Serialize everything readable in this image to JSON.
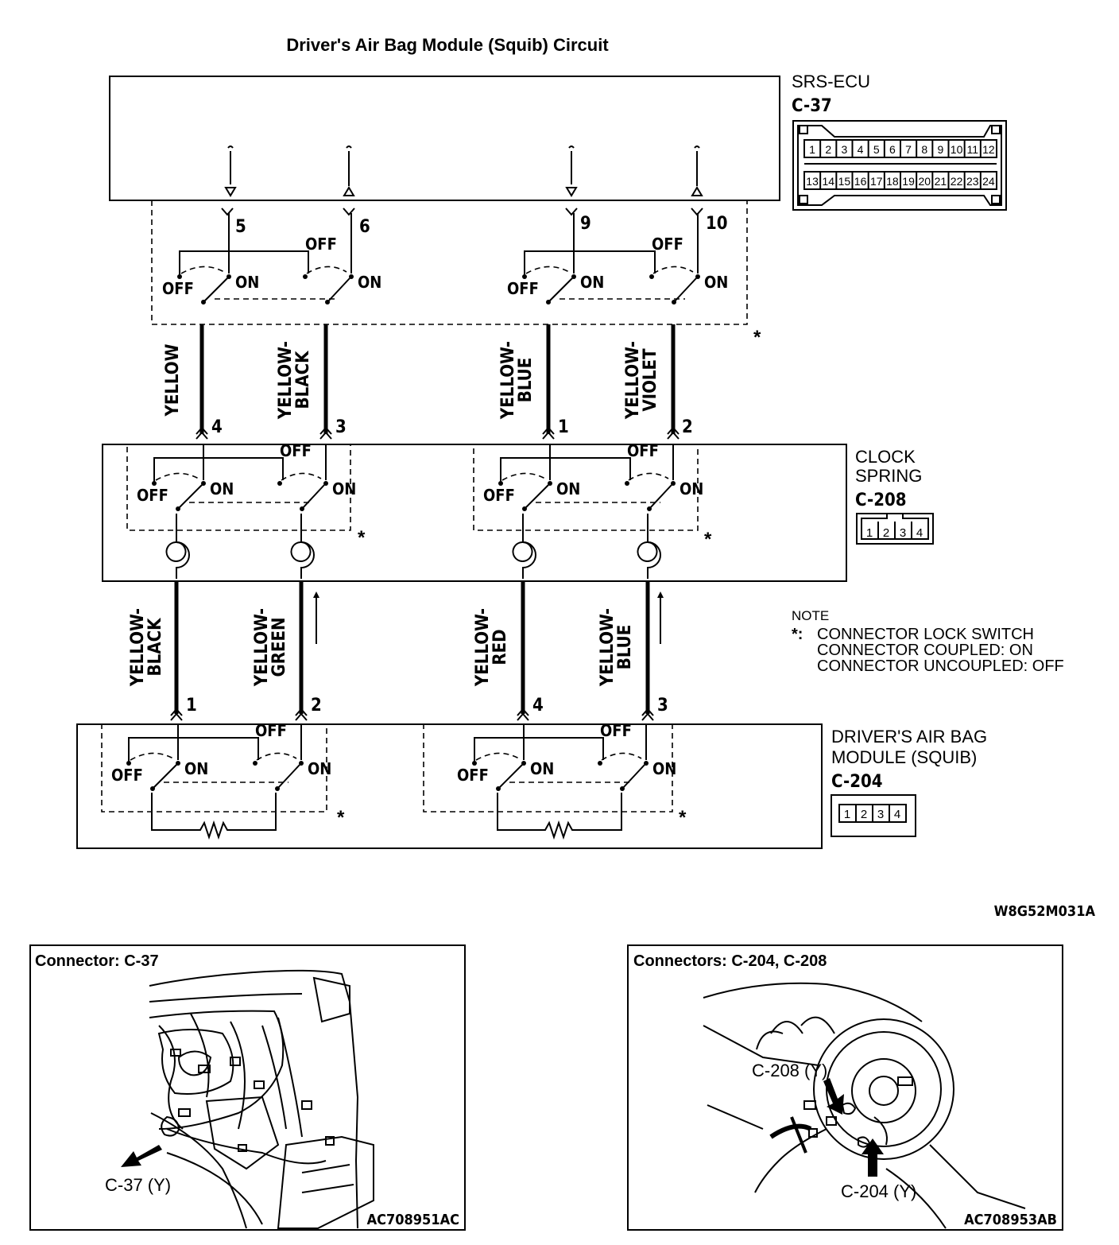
{
  "title": "Driver's Air Bag Module (Squib) Circuit",
  "figure_code": "W8G52M031A",
  "components": {
    "srs_ecu": {
      "name": "SRS-ECU",
      "connector": "C-37",
      "pins": [
        "1",
        "2",
        "3",
        "4",
        "5",
        "6",
        "7",
        "8",
        "9",
        "10",
        "11",
        "12",
        "13",
        "14",
        "15",
        "16",
        "17",
        "18",
        "19",
        "20",
        "21",
        "22",
        "23",
        "24"
      ],
      "terminals": [
        "5",
        "6",
        "9",
        "10"
      ]
    },
    "clock_spring": {
      "name_line1": "CLOCK",
      "name_line2": "SPRING",
      "connector": "C-208",
      "pins": [
        "1",
        "2",
        "3",
        "4"
      ],
      "upper_terminals": [
        "4",
        "3",
        "1",
        "2"
      ],
      "lower_terminals": [
        "1",
        "2",
        "4",
        "3"
      ]
    },
    "squib": {
      "name_line1": "DRIVER'S AIR BAG",
      "name_line2": "MODULE (SQUIB)",
      "connector": "C-204",
      "pins": [
        "1",
        "2",
        "3",
        "4"
      ]
    }
  },
  "wires_upper": [
    {
      "line1": "YELLOW",
      "line2": ""
    },
    {
      "line1": "YELLOW-",
      "line2": "BLACK"
    },
    {
      "line1": "YELLOW-",
      "line2": "BLUE"
    },
    {
      "line1": "YELLOW-",
      "line2": "VIOLET"
    }
  ],
  "wires_lower": [
    {
      "line1": "YELLOW-",
      "line2": "BLACK"
    },
    {
      "line1": "YELLOW-",
      "line2": "GREEN"
    },
    {
      "line1": "YELLOW-",
      "line2": "RED"
    },
    {
      "line1": "YELLOW-",
      "line2": "BLUE"
    }
  ],
  "switch_labels": {
    "off": "OFF",
    "on": "ON",
    "star": "*"
  },
  "note": {
    "heading": "NOTE",
    "marker": "*:",
    "line1": "CONNECTOR LOCK SWITCH",
    "line2": "CONNECTOR COUPLED: ON",
    "line3": "CONNECTOR UNCOUPLED: OFF"
  },
  "panels": [
    {
      "title": "Connector: C-37",
      "callout": "C-37 (Y)",
      "code": "AC708951AC"
    },
    {
      "title": "Connectors: C-204, C-208",
      "callouts": [
        "C-208 (Y)",
        "C-204 (Y)"
      ],
      "code": "AC708953AB"
    }
  ]
}
